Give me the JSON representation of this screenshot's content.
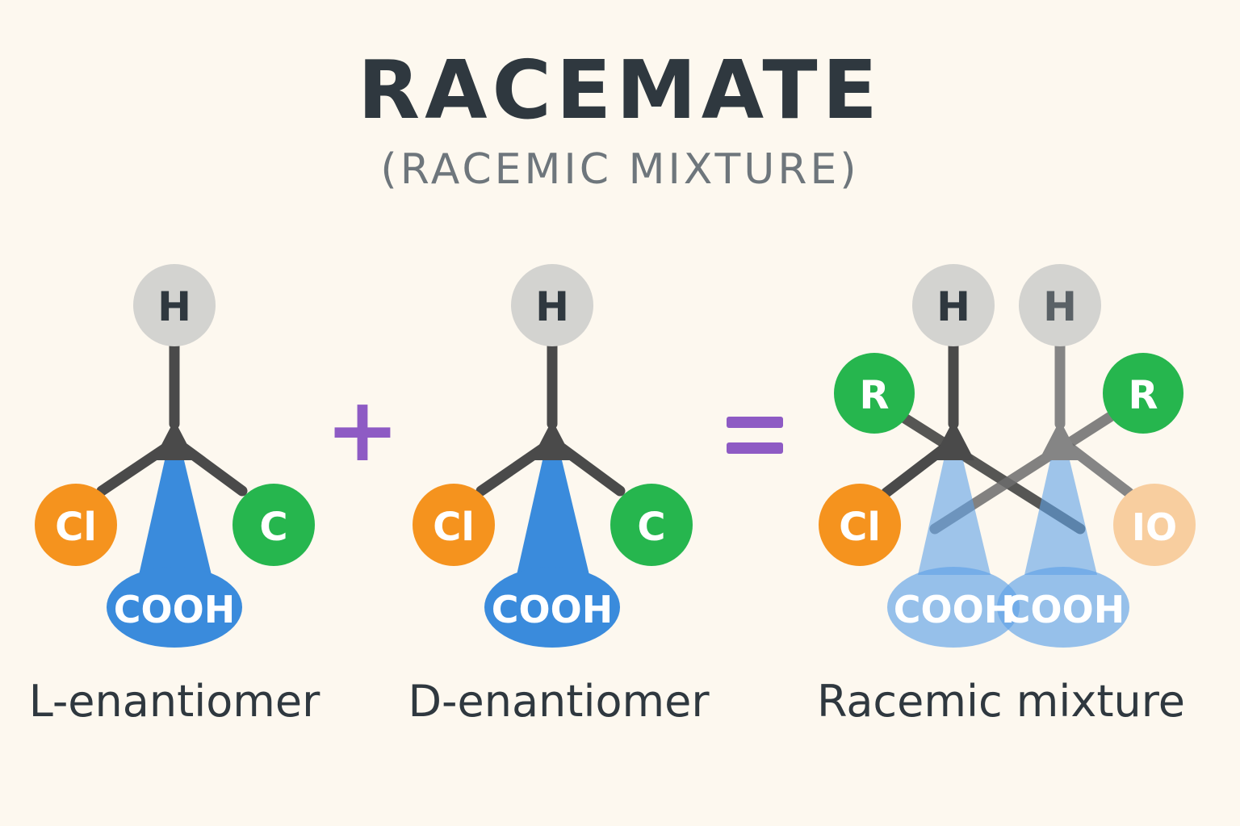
{
  "title": "RACEMATE",
  "subtitle": "(RACEMIC MIXTURE)",
  "operators": {
    "plus": "+",
    "equals": "="
  },
  "colors": {
    "background": "#fdf8ef",
    "hydrogen": "#d3d3d0",
    "orange": "#f5931e",
    "green": "#26b64e",
    "blue": "#3a8bdc",
    "light_blue": "#8cbdee",
    "light_orange": "#f8ce9f",
    "bond": "#4a4a4a",
    "operator": "#8e5bc4"
  },
  "molecules": {
    "l_enantiomer": {
      "top": "H",
      "left": "Cl",
      "right": "C",
      "bottom": "COOH",
      "caption": "L-enantiomer"
    },
    "d_enantiomer": {
      "top": "H",
      "left": "Cl",
      "right": "C",
      "bottom": "COOH",
      "caption": "D-enantiomer"
    },
    "racemic": {
      "caption": "Racemic mixture",
      "first": {
        "top": "H",
        "upper_left": "R",
        "left": "Cl",
        "bottom": "COOH"
      },
      "second": {
        "top": "H",
        "upper_right": "R",
        "right": "IO",
        "bottom": "COOH"
      }
    }
  }
}
